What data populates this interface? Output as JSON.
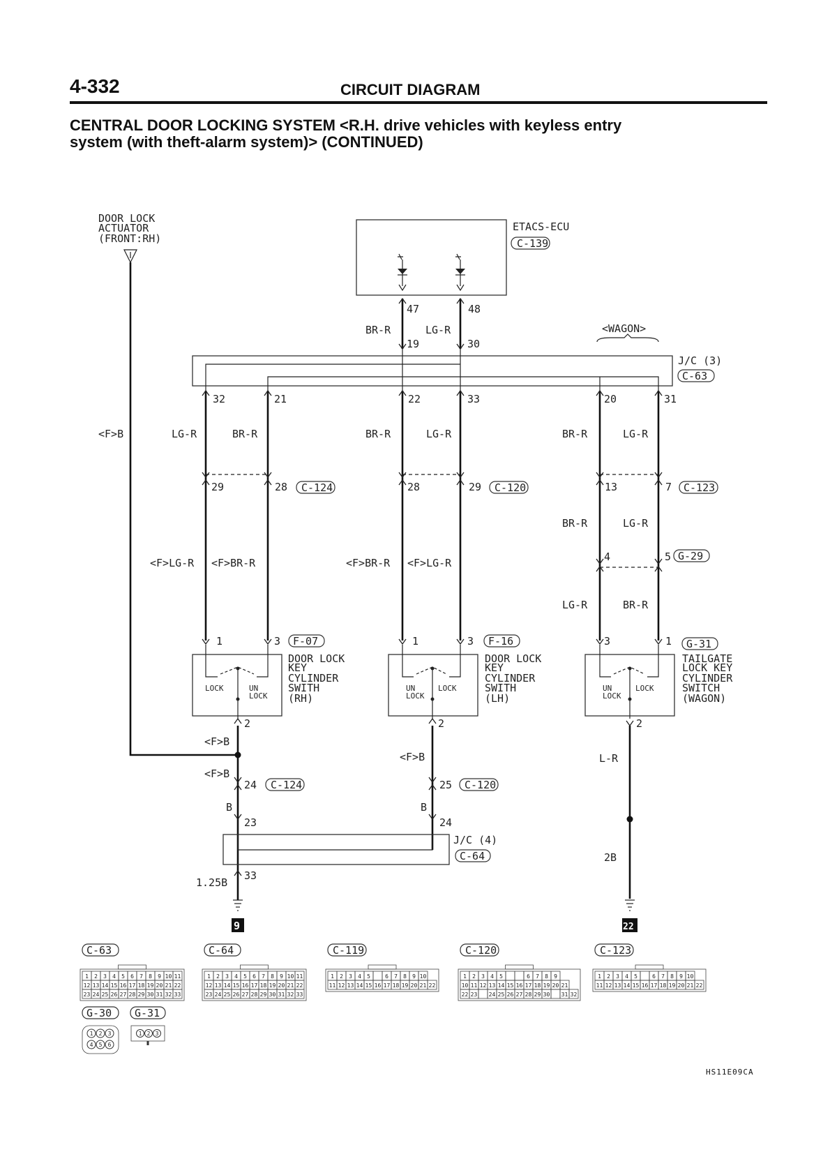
{
  "header": {
    "page_number": "4-332",
    "section": "CIRCUIT DIAGRAM",
    "title_line1": "CENTRAL DOOR LOCKING SYSTEM <R.H. drive vehicles with keyless entry",
    "title_line2": "system (with theft-alarm system)> (CONTINUED)"
  },
  "diagram": {
    "actuator": [
      "DOOR LOCK",
      "ACTUATOR",
      "(FRONT:RH)"
    ],
    "ecu": {
      "name": "ETACS-ECU",
      "ref": "C-139",
      "pins": [
        "47",
        "48",
        "19",
        "30"
      ]
    },
    "wagon": "<WAGON>",
    "jc3": {
      "name": "J/C (3)",
      "ref": "C-63",
      "pins": [
        "32",
        "21",
        "22",
        "33",
        "20",
        "31"
      ]
    },
    "wire_colors": {
      "br_r": "BR-R",
      "lg_r": "LG-R",
      "f_b": "<F>B",
      "f_lg_r": "<F>LG-R",
      "f_br_r": "<F>BR-R",
      "b": "B",
      "l_r": "L-R",
      "wire_125b": "1.25B",
      "wire_2b": "2B"
    },
    "connectors_mid": [
      {
        "ref": "C-124",
        "pins": [
          "29",
          "28"
        ]
      },
      {
        "ref": "C-120",
        "pins": [
          "28",
          "29"
        ]
      },
      {
        "ref": "C-123",
        "pins": [
          "13",
          "7"
        ]
      },
      {
        "ref": "G-29",
        "pins": [
          "4",
          "5"
        ]
      }
    ],
    "switches": [
      {
        "ref": "F-07",
        "pins": [
          "1",
          "3",
          "2"
        ],
        "name": [
          "DOOR LOCK",
          "KEY",
          "CYLINDER",
          "SWITH",
          "(RH)"
        ],
        "lock": "LOCK",
        "unlock": [
          "UN",
          "LOCK"
        ]
      },
      {
        "ref": "F-16",
        "pins": [
          "1",
          "3",
          "2"
        ],
        "name": [
          "DOOR LOCK",
          "KEY",
          "CYLINDER",
          "SWITH",
          "(LH)"
        ],
        "lock": "LOCK",
        "unlock": [
          "UN",
          "LOCK"
        ]
      },
      {
        "ref": "G-31",
        "pins": [
          "3",
          "1",
          "2"
        ],
        "name": [
          "TAILGATE",
          "LOCK KEY",
          "CYLINDER",
          "SWITCH",
          "(WAGON)"
        ],
        "lock": "LOCK",
        "unlock": [
          "UN",
          "LOCK"
        ]
      }
    ],
    "lower": {
      "c124_pin": "24",
      "c124_ref": "C-124",
      "c120_pin": "25",
      "c120_ref": "C-120",
      "jc4": {
        "name": "J/C (4)",
        "ref": "C-64",
        "pins": [
          "23",
          "24",
          "33"
        ]
      },
      "ground_left": "9",
      "ground_right": "22"
    }
  },
  "connector_views": {
    "c63": {
      "ref": "C-63",
      "rows": [
        [
          "1",
          "2",
          "3",
          "4",
          "5",
          "6",
          "7",
          "8",
          "9",
          "10",
          "11"
        ],
        [
          "12",
          "13",
          "14",
          "15",
          "16",
          "17",
          "18",
          "19",
          "20",
          "21",
          "22"
        ],
        [
          "23",
          "24",
          "25",
          "26",
          "27",
          "28",
          "29",
          "30",
          "31",
          "32",
          "33"
        ]
      ]
    },
    "c64": {
      "ref": "C-64",
      "rows": [
        [
          "1",
          "2",
          "3",
          "4",
          "5",
          "6",
          "7",
          "8",
          "9",
          "10",
          "11"
        ],
        [
          "12",
          "13",
          "14",
          "15",
          "16",
          "17",
          "18",
          "19",
          "20",
          "21",
          "22"
        ],
        [
          "23",
          "24",
          "25",
          "26",
          "27",
          "28",
          "29",
          "30",
          "31",
          "32",
          "33"
        ]
      ]
    },
    "c119": {
      "ref": "C-119",
      "rows": [
        [
          "1",
          "2",
          "3",
          "4",
          "5",
          "",
          "6",
          "7",
          "8",
          "9",
          "10"
        ],
        [
          "11",
          "12",
          "13",
          "14",
          "15",
          "16",
          "17",
          "18",
          "19",
          "20",
          "21",
          "22"
        ]
      ]
    },
    "c120": {
      "ref": "C-120",
      "rows": [
        [
          "1",
          "2",
          "3",
          "4",
          "5",
          "",
          "",
          "6",
          "7",
          "8",
          "9"
        ],
        [
          "10",
          "11",
          "12",
          "13",
          "14",
          "15",
          "16",
          "17",
          "18",
          "19",
          "20",
          "21"
        ],
        [
          "22",
          "23",
          "",
          "24",
          "25",
          "26",
          "27",
          "28",
          "29",
          "30",
          "",
          "31",
          "32"
        ]
      ]
    },
    "c123": {
      "ref": "C-123",
      "rows": [
        [
          "1",
          "2",
          "3",
          "4",
          "5",
          "",
          "6",
          "7",
          "8",
          "9",
          "10"
        ],
        [
          "11",
          "12",
          "13",
          "14",
          "15",
          "16",
          "17",
          "18",
          "19",
          "20",
          "21",
          "22"
        ]
      ]
    },
    "g30": {
      "ref": "G-30",
      "pins": [
        "1",
        "2",
        "3",
        "4",
        "5",
        "6"
      ]
    },
    "g31": {
      "ref": "G-31",
      "pins": [
        "1",
        "2",
        "3"
      ]
    }
  },
  "figure_code": "HS11E09CA"
}
